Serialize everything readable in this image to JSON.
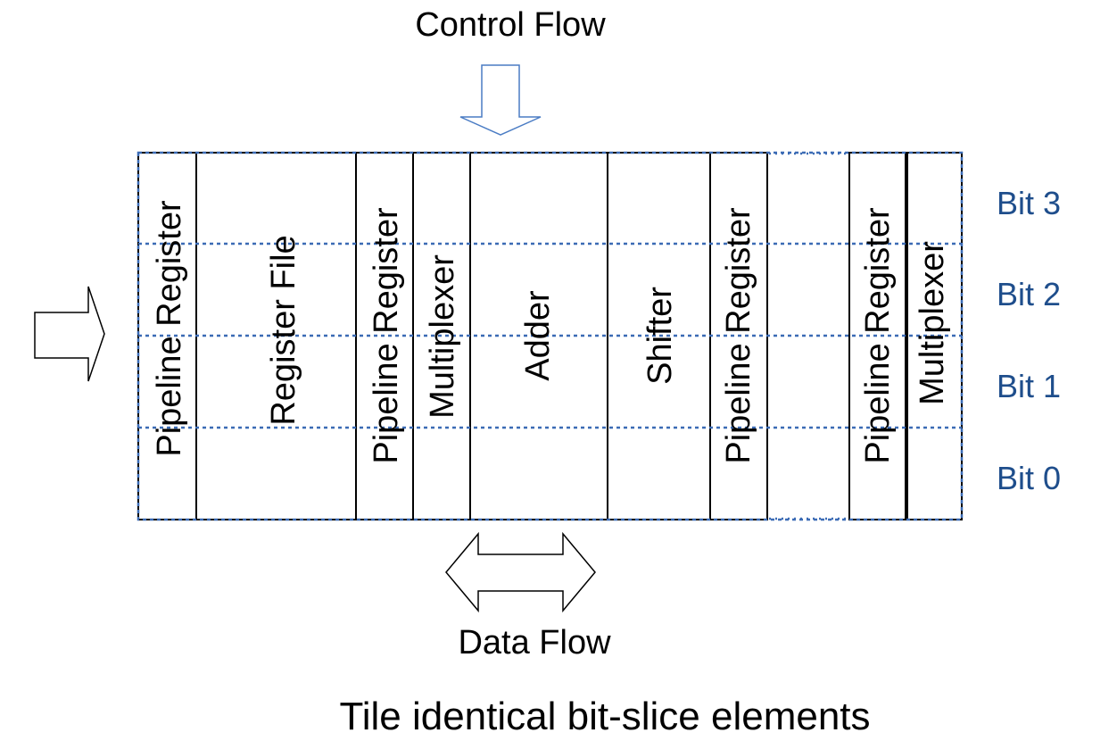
{
  "diagram": {
    "title": "Control Flow",
    "data_flow_label": "Data Flow",
    "caption": "Tile identical bit-slice elements",
    "columns": [
      {
        "label": "Pipeline Register"
      },
      {
        "label": "Register File"
      },
      {
        "label": "Pipeline Register"
      },
      {
        "label": "Multiplexer"
      },
      {
        "label": "Adder"
      },
      {
        "label": "Shifter"
      },
      {
        "label": "Pipeline Register"
      },
      {
        "label": "Pipeline Register"
      },
      {
        "label": "Multiplexer"
      }
    ],
    "bits": [
      {
        "label": "Bit 3"
      },
      {
        "label": "Bit 2"
      },
      {
        "label": "Bit 1"
      },
      {
        "label": "Bit 0"
      }
    ],
    "colors": {
      "grid_dashed": "#3b6bb5",
      "control_arrow": "#4a7cc4",
      "bit_label": "#1f4e8c",
      "outline": "#000000"
    }
  }
}
